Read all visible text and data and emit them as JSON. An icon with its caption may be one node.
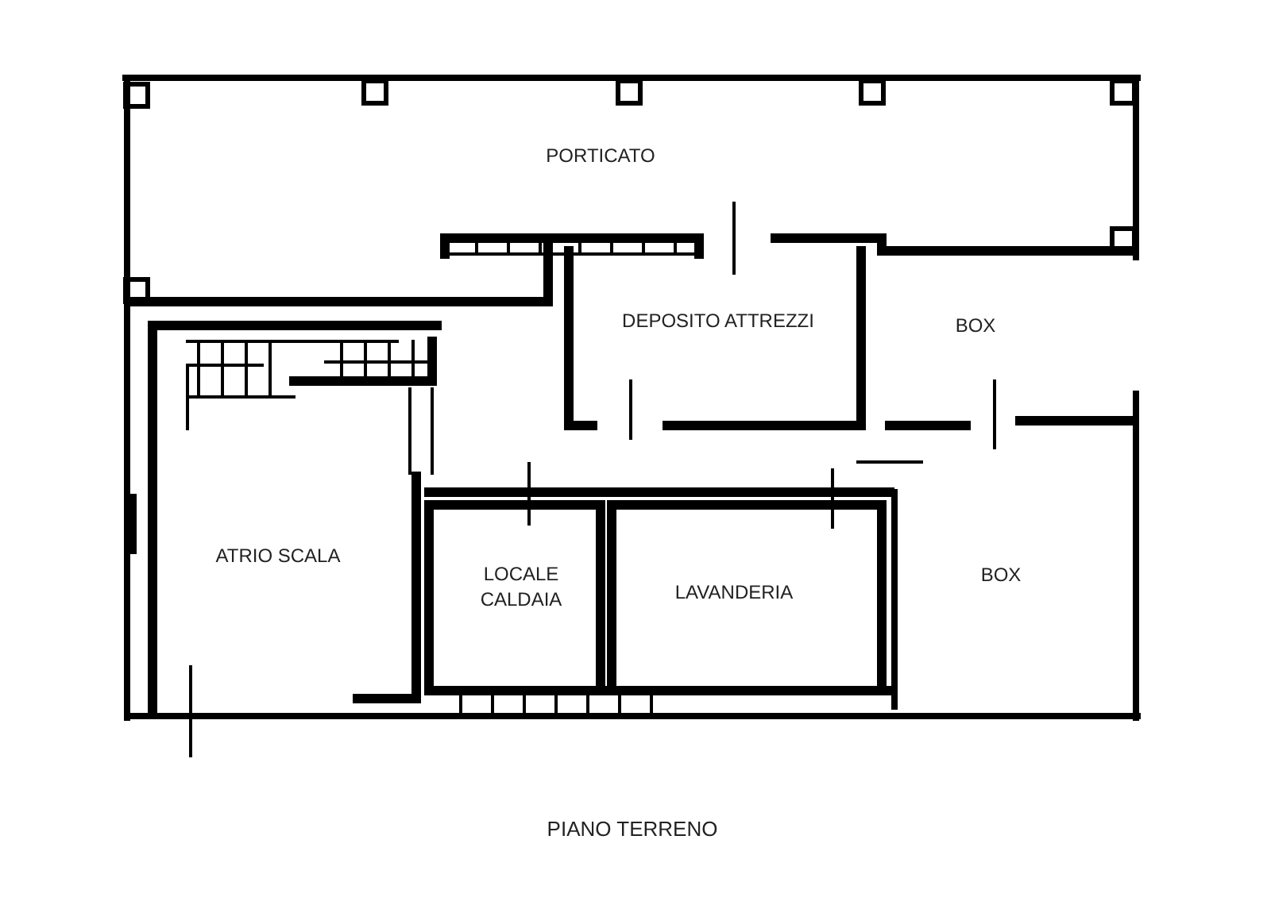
{
  "diagram": {
    "caption": "PIANO TERRENO",
    "nodes": [
      {
        "text": [
          "PORTICATO"
        ]
      },
      {
        "text": [
          "DEPOSITO ATTREZZI"
        ]
      },
      {
        "text": [
          "BOX"
        ]
      },
      {
        "text": [
          "ATRIO SCALA"
        ]
      },
      {
        "text": [
          "LOCALE CALDAIA"
        ]
      },
      {
        "text": [
          "LAVANDERIA"
        ]
      },
      {
        "text": [
          "BOX"
        ]
      }
    ],
    "edges": []
  }
}
